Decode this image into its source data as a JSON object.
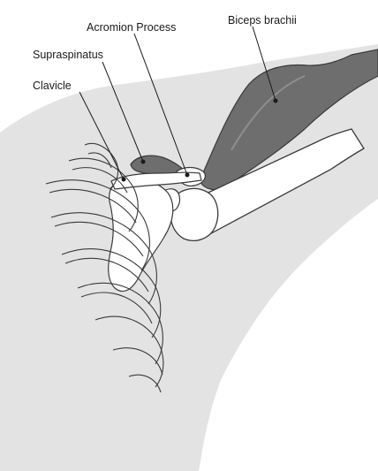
{
  "labels": {
    "acromion": "Acromion Process",
    "biceps": "Biceps brachii",
    "supraspinatus": "Supraspinatus",
    "clavicle": "Clavicle"
  },
  "colors": {
    "background_silhouette": "#e3e3e3",
    "bone_fill": "#ffffff",
    "bone_outline": "#3a3a3a",
    "muscle_dark": "#6e6e6e",
    "muscle_mid": "#8a8a8a",
    "label_text": "#1a1a1a"
  }
}
